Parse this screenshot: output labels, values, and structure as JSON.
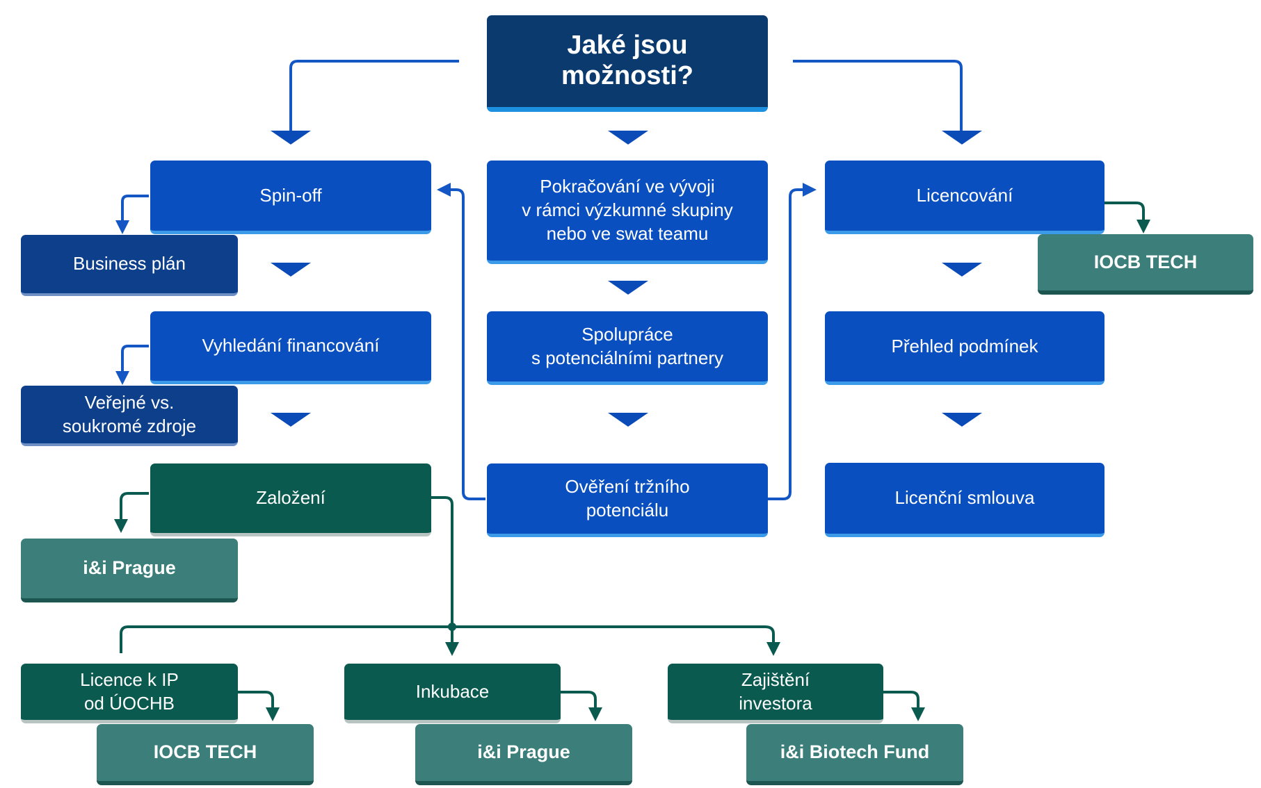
{
  "colors": {
    "title_box": "#0b3a6e",
    "step_blue": "#0a4fbf",
    "sub_navy": "#0d3f8a",
    "dark_green": "#0a5a4f",
    "teal_green": "#3c7f7a",
    "connector_blue": "#1457c4",
    "connector_green": "#0a5a4f"
  },
  "title": {
    "line1": "Jaké jsou",
    "line2": "možnosti?"
  },
  "spinoff": {
    "header": "Spin-off",
    "business_plan": "Business  plán",
    "financing": "Vyhledání financování",
    "sources_line1": "Veřejné  vs.",
    "sources_line2": "soukromé  zdroje",
    "founding": "Založení",
    "founding_partner": "i&i Prague"
  },
  "research": {
    "continue_line1": "Pokračování ve vývoji",
    "continue_line2": "v rámci výzkumné skupiny",
    "continue_line3": "nebo ve swat teamu",
    "cooperation_line1": "Spolupráce",
    "cooperation_line2": "s potenciálními  partnery",
    "market_line1": "Ověření tržního",
    "market_line2": "potenciálu"
  },
  "licensing": {
    "header": "Licencování",
    "partner": "IOCB TECH",
    "conditions": "Přehled podmínek",
    "agreement": "Licenční smlouva"
  },
  "bottom": {
    "ip_license_line1": "Licence  k  IP",
    "ip_license_line2": "od ÚOCHB",
    "ip_partner": "IOCB TECH",
    "incubation": "Inkubace",
    "incubation_partner": "i&i Prague",
    "investor_line1": "Zajištění",
    "investor_line2": "investora",
    "investor_partner": "i&i Biotech Fund"
  }
}
